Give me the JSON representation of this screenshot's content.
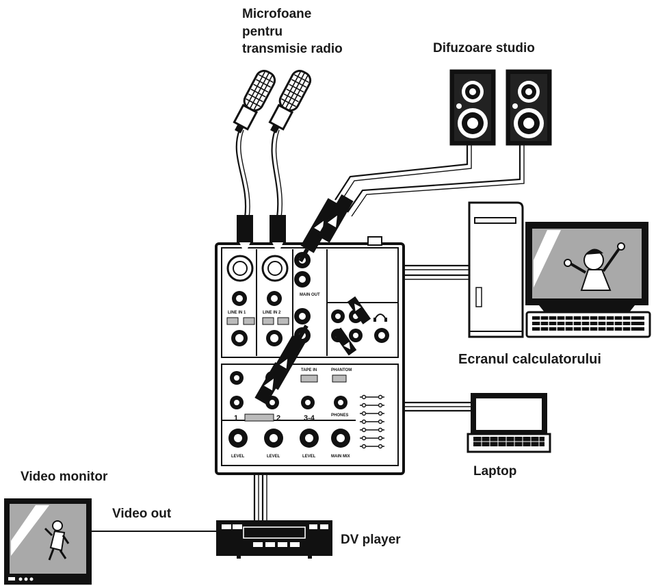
{
  "labels": {
    "microphones": [
      "Microfoane",
      "pentru",
      "transmisie radio"
    ],
    "speakers": "Difuzoare studio",
    "computer_screen": "Ecranul calculatorului",
    "laptop": "Laptop",
    "video_monitor": "Video monitor",
    "video_out": "Video out",
    "dv_player": "DV player"
  },
  "mixer_labels": {
    "line_in_1": "LINE IN 1",
    "line_in_2": "LINE IN 2",
    "main_out": "MAIN OUT",
    "tape_in": "TAPE IN",
    "phantom": "PHANTOM",
    "phones": "PHONES",
    "ch1": "1",
    "ch2": "2",
    "ch34": "3-4",
    "level": "LEVEL",
    "main_mix": "MAIN MIX"
  }
}
